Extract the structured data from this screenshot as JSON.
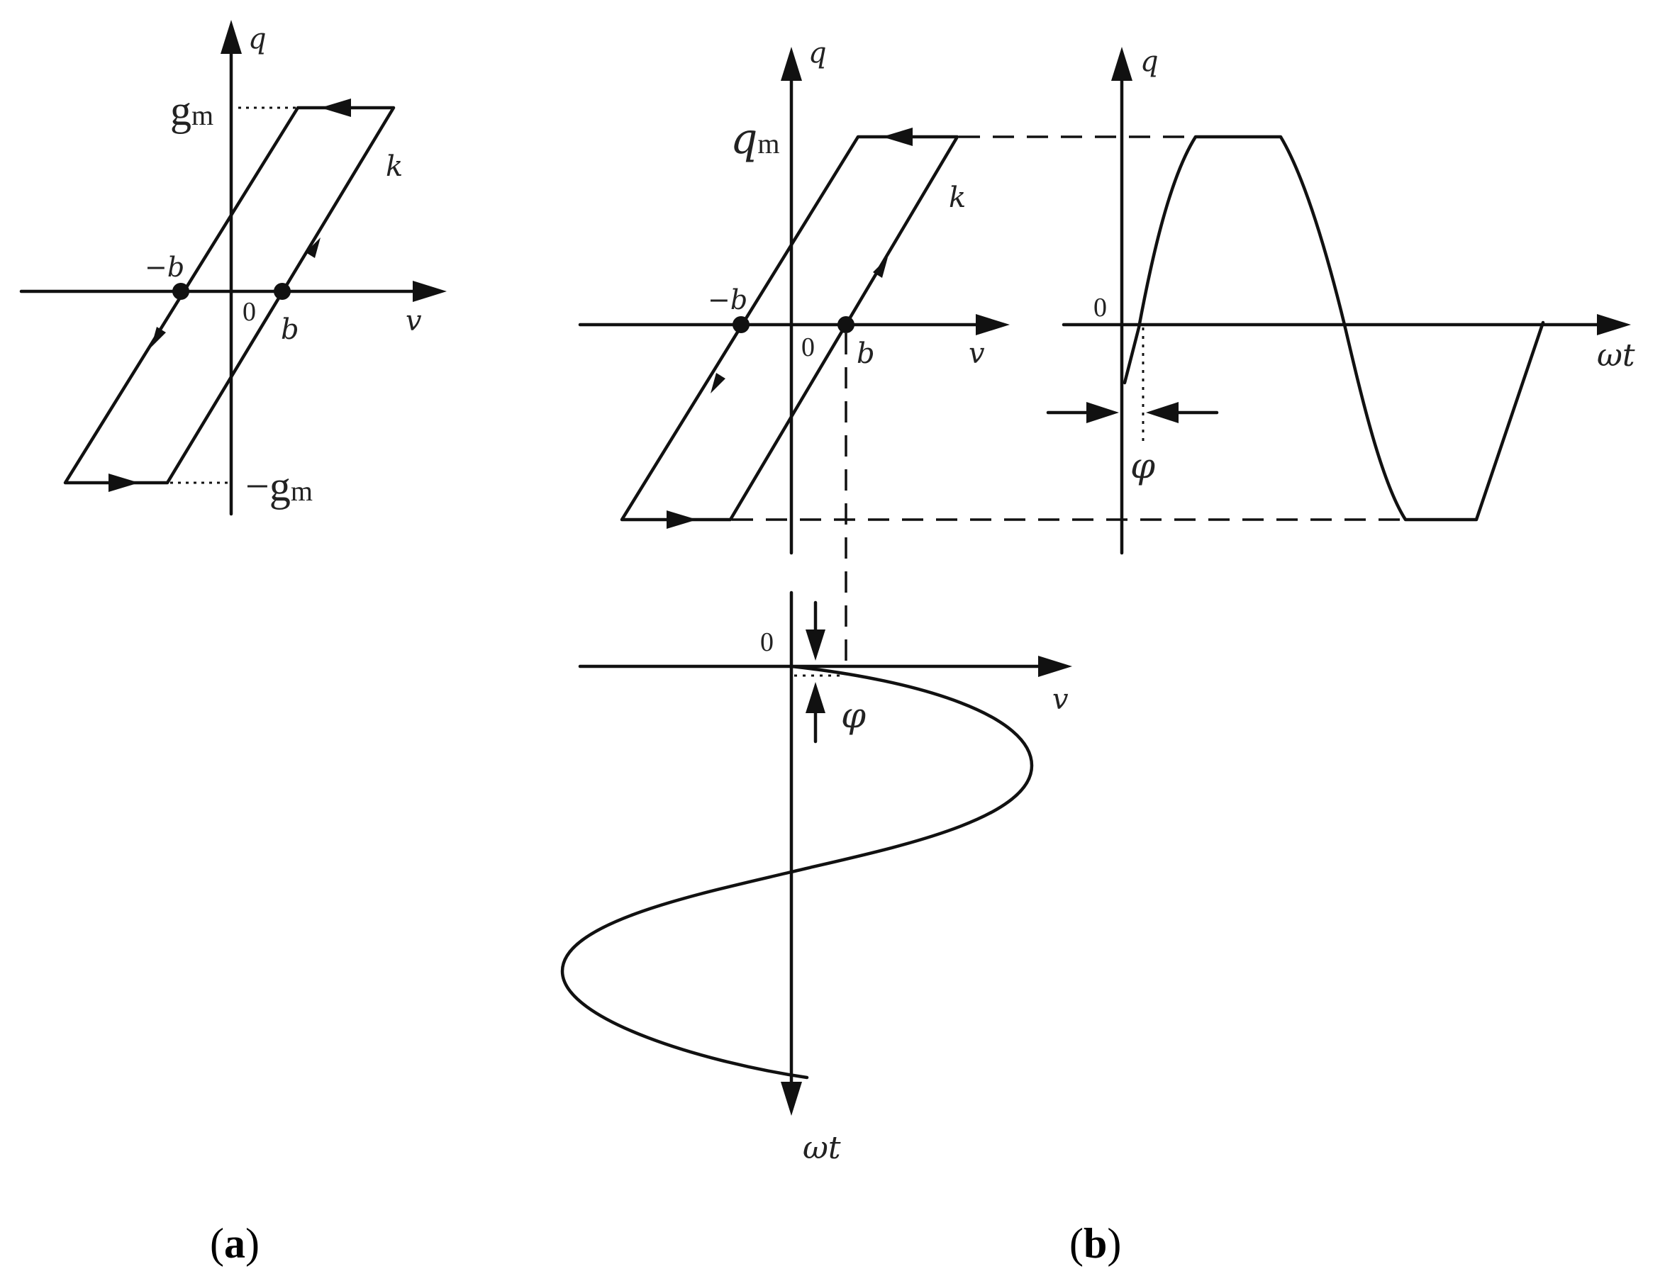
{
  "panel_a": {
    "caption_letter": "a",
    "labels": {
      "q": "q",
      "v": "v",
      "k": "k",
      "zero": "0",
      "neg_b": "−b",
      "b": "b",
      "g": "g",
      "m": "m",
      "minus": "−"
    }
  },
  "panel_b": {
    "caption_letter": "b",
    "loop_labels": {
      "q": "q",
      "v": "v",
      "k": "k",
      "zero": "0",
      "neg_b": "−b",
      "b": "b",
      "qm_q": "q",
      "qm_m": "m"
    },
    "waveform_labels": {
      "q": "q",
      "zero": "0",
      "wt": "ωt",
      "phi": "φ"
    },
    "input_labels": {
      "zero": "0",
      "v": "v",
      "wt": "ωt",
      "phi": "φ"
    }
  },
  "captions": {
    "paren_open": "(",
    "paren_close": ")"
  }
}
